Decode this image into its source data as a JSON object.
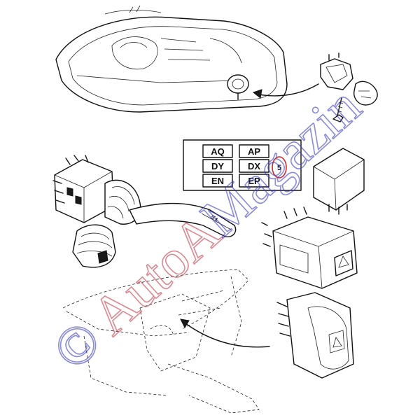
{
  "code_table": {
    "rows": [
      [
        "AQ",
        "AP"
      ],
      [
        "DY",
        "DX"
      ],
      [
        "EN",
        "EP"
      ]
    ]
  },
  "callout_number": "5",
  "watermark": {
    "symbol": "©",
    "red_part": "AutoA",
    "blue_part": "Magazin"
  },
  "colors": {
    "line": "#111111",
    "watermark_red": "#c8384a",
    "watermark_blue": "#3c3cc8",
    "callout_circle": "#d62828"
  }
}
